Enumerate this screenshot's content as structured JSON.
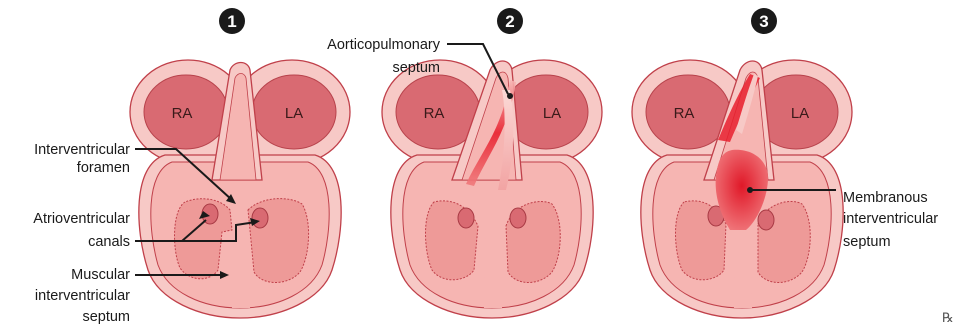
{
  "steps": [
    "1",
    "2",
    "3"
  ],
  "chambers": {
    "ra": "RA",
    "la": "LA"
  },
  "labels": {
    "interventricular_foramen": [
      "Interventricular",
      "foramen"
    ],
    "atrioventricular_canals": [
      "Atrioventricular",
      "canals"
    ],
    "muscular_septum": [
      "Muscular",
      "interventricular",
      "septum"
    ],
    "aorticopulmonary_septum": [
      "Aorticopulmonary",
      "septum"
    ],
    "membranous_septum": [
      "Membranous",
      "interventricular",
      "septum"
    ]
  },
  "logo": "℞",
  "colors": {
    "outer": "#f7c9c6",
    "outline": "#c0404a",
    "atria": "#d96a72",
    "ventricle_wall": "#f6b5b2",
    "cavity": "#ee9a98",
    "septum_highlight": "#e8202e",
    "step_badge": "#1a1a1a"
  }
}
